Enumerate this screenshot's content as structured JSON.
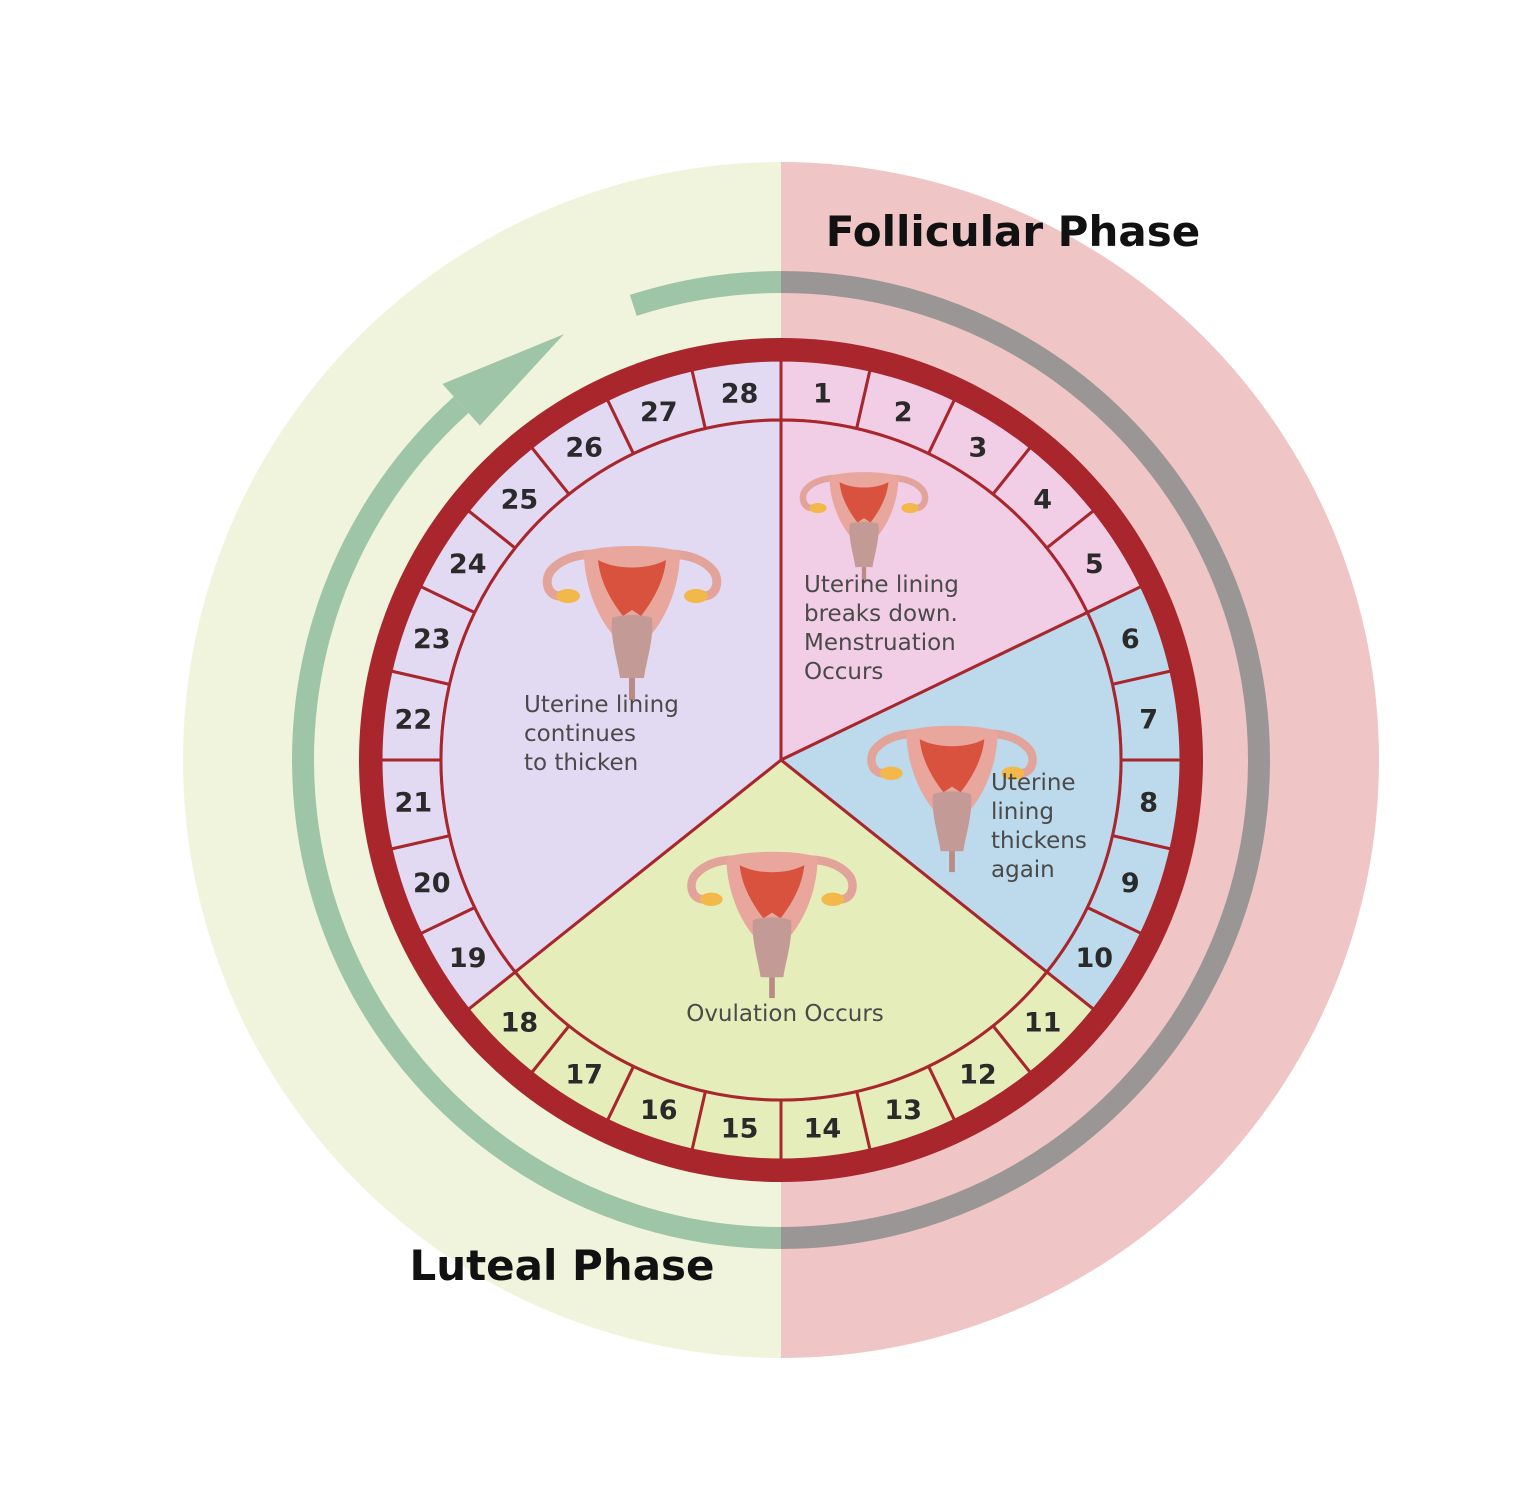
{
  "phases": {
    "follicular": {
      "label": "Follicular Phase",
      "color": "#efc5c5"
    },
    "luteal": {
      "label": "Luteal Phase",
      "color": "#f0f4dc"
    }
  },
  "cycle_ring": {
    "arrow_color": "#9fc5a8",
    "grey_color": "#9b9696",
    "rim_color": "#a8262c"
  },
  "days": [
    "1",
    "2",
    "3",
    "4",
    "5",
    "6",
    "7",
    "8",
    "9",
    "10",
    "11",
    "12",
    "13",
    "14",
    "15",
    "16",
    "17",
    "18",
    "19",
    "20",
    "21",
    "22",
    "23",
    "24",
    "25",
    "26",
    "27",
    "28"
  ],
  "segments": [
    {
      "id": "menstruation",
      "lines": [
        "Uterine lining",
        "breaks down.",
        "Menstruation",
        "Occurs"
      ],
      "color": "#f1cde6",
      "icon": "uterus-icon"
    },
    {
      "id": "thickens-again",
      "lines": [
        "Uterine",
        "lining",
        "thickens",
        "again"
      ],
      "color": "#bcdaeb",
      "icon": "uterus-icon"
    },
    {
      "id": "ovulation",
      "lines": [
        "Ovulation Occurs"
      ],
      "color": "#e5edbb",
      "icon": "uterus-icon"
    },
    {
      "id": "continues-thicken",
      "lines": [
        "Uterine lining",
        "continues",
        "to thicken"
      ],
      "color": "#e2d9f2",
      "icon": "uterus-icon"
    }
  ]
}
